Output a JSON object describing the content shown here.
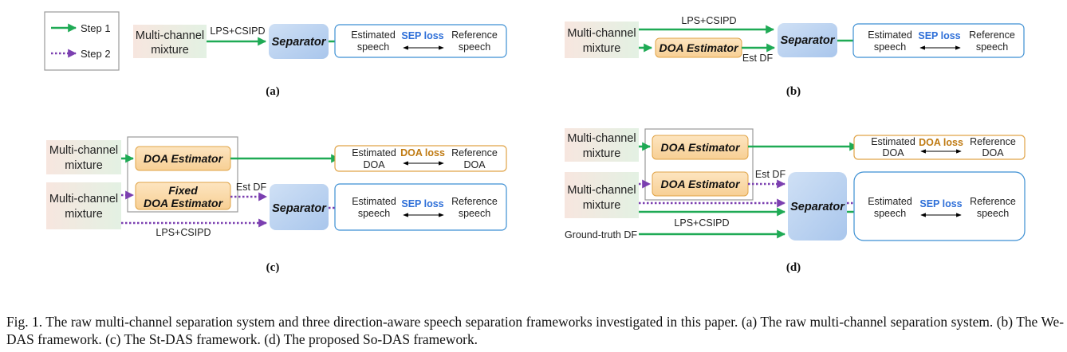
{
  "legend": {
    "step1": "Step 1",
    "step2": "Step 2"
  },
  "colors": {
    "step1": "#1faa55",
    "step2": "#7b3fb0",
    "sep_loss": "#2e6fd8",
    "doa_loss": "#bf7a12",
    "sep_box_border": "#3c8fd3",
    "doa_box_border": "#e0a448",
    "legend_border": "#999999"
  },
  "panels": {
    "a": {
      "label": "(a)",
      "input": [
        "Multi-channel",
        "mixture"
      ],
      "feature": "LPS+CSIPD",
      "separator": "Separator",
      "loss": {
        "left": [
          "Estimated",
          "speech"
        ],
        "name": "SEP loss",
        "right": [
          "Reference",
          "speech"
        ]
      }
    },
    "b": {
      "label": "(b)",
      "input": [
        "Multi-channel",
        "mixture"
      ],
      "feature": "LPS+CSIPD",
      "estimator": "DOA Estimator",
      "est_df": "Est DF",
      "separator": "Separator",
      "loss": {
        "left": [
          "Estimated",
          "speech"
        ],
        "name": "SEP loss",
        "right": [
          "Reference",
          "speech"
        ]
      }
    },
    "c": {
      "label": "(c)",
      "input1": [
        "Multi-channel",
        "mixture"
      ],
      "input2": [
        "Multi-channel",
        "mixture"
      ],
      "estimator": "DOA Estimator",
      "fixed_estimator": [
        "Fixed",
        "DOA Estimator"
      ],
      "est_df": "Est DF",
      "feature": "LPS+CSIPD",
      "separator": "Separator",
      "doa_loss": {
        "left": [
          "Estimated",
          "DOA"
        ],
        "name": "DOA loss",
        "right": [
          "Reference",
          "DOA"
        ]
      },
      "sep_loss": {
        "left": [
          "Estimated",
          "speech"
        ],
        "name": "SEP loss",
        "right": [
          "Reference",
          "speech"
        ]
      }
    },
    "d": {
      "label": "(d)",
      "input1": [
        "Multi-channel",
        "mixture"
      ],
      "input2": [
        "Multi-channel",
        "mixture"
      ],
      "estimator1": "DOA Estimator",
      "estimator2": "DOA Estimator",
      "est_df": "Est DF",
      "feature": "LPS+CSIPD",
      "ground_truth": "Ground-truth DF",
      "separator": "Separator",
      "doa_loss": {
        "left": [
          "Estimated",
          "DOA"
        ],
        "name": "DOA loss",
        "right": [
          "Reference",
          "DOA"
        ]
      },
      "sep_loss": {
        "left": [
          "Estimated",
          "speech"
        ],
        "name": "SEP loss",
        "right": [
          "Reference",
          "speech"
        ]
      }
    }
  },
  "caption": "Fig. 1.  The raw multi-channel separation system and three direction-aware speech separation frameworks investigated in this paper. (a) The raw multi-channel separation system. (b) The We-DAS framework. (c) The St-DAS framework. (d) The proposed So-DAS framework."
}
